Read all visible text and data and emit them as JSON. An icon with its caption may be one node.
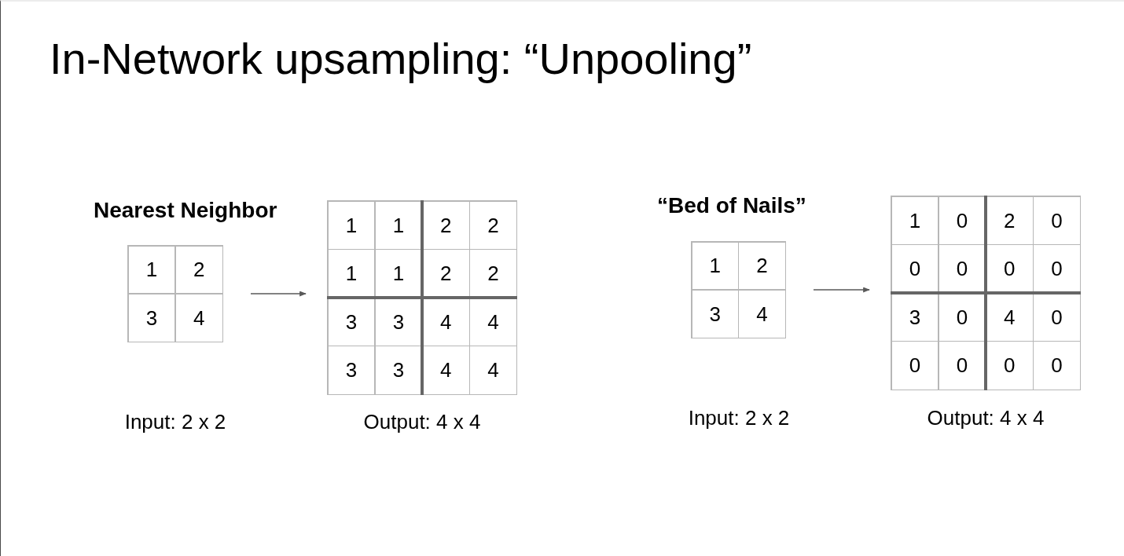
{
  "diagram": {
    "title": "In-Network upsampling: “Unpooling”",
    "nodes": [
      {
        "text": [
          "1",
          "2",
          "3",
          "4"
        ],
        "beside": [
          "Input: 2 x 2"
        ]
      },
      {
        "text": [
          "1",
          "1",
          "2",
          "2",
          "1",
          "1",
          "2",
          "2",
          "3",
          "3",
          "4",
          "4",
          "3",
          "3",
          "4",
          "4"
        ],
        "beside": [
          "Output: 4 x 4"
        ]
      },
      {
        "text": [
          "1",
          "2",
          "3",
          "4"
        ],
        "beside": [
          "Input: 2 x 2"
        ]
      },
      {
        "text": [
          "1",
          "0",
          "2",
          "0",
          "0",
          "0",
          "0",
          "0",
          "3",
          "0",
          "4",
          "0",
          "0",
          "0",
          "0",
          "0"
        ],
        "beside": [
          "Output: 4 x 4"
        ]
      }
    ],
    "edges": [
      {
        "from": 0,
        "to": 1,
        "arrow": "to"
      },
      {
        "from": 2,
        "to": 3,
        "arrow": "to"
      }
    ],
    "labels": [
      "Nearest Neighbor",
      "“Bed of Nails”"
    ]
  }
}
